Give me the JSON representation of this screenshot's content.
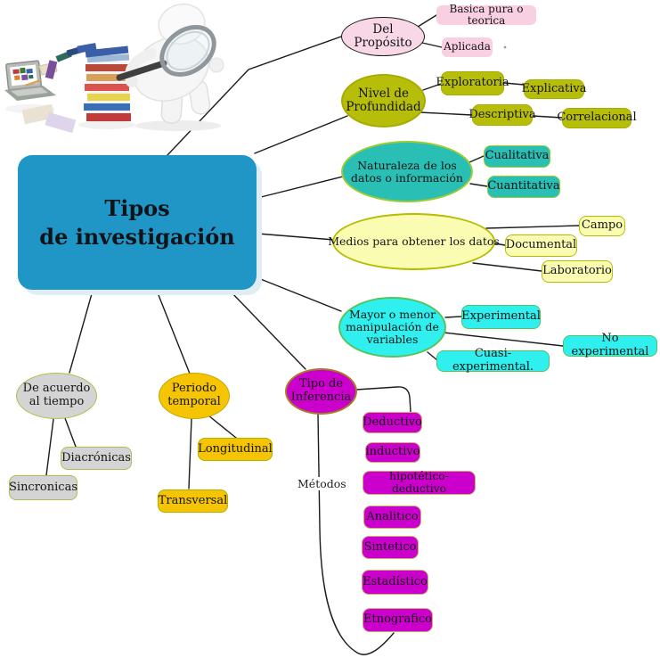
{
  "central": {
    "title_line1": "Tipos",
    "title_line2": "de investigación",
    "fill": "#1f96c5"
  },
  "connector_color": "#1b1b1b",
  "edge_label_metodos": "Métodos",
  "icons": {
    "clipart": "researcher-magnifying-glass-books-laptop-clipart"
  },
  "branches": [
    {
      "label": "Del Propósito",
      "fill": "#f8d7e6",
      "border": "#1a1a1a",
      "child_fill": "#f9d0e2",
      "child_border": "transparent",
      "children": [
        "Basica pura o teorica",
        "Aplicada"
      ]
    },
    {
      "label": "Nivel de Profundidad",
      "fill": "#b7be0a",
      "border": "#a6ac00",
      "child_fill": "#b7be0a",
      "child_border": "#a6ac00",
      "children": [
        "Exploratoria",
        "Explicativa",
        "Descriptiva",
        "Correlacional"
      ]
    },
    {
      "label": "Naturaleza de los datos o información",
      "fill": "#2abfb4",
      "border": "#9acd32",
      "child_fill": "#2abfb4",
      "child_border": "#9acd32",
      "children": [
        "Cualitativa",
        "Cuantitativa"
      ]
    },
    {
      "label": "Medios para obtener los datos",
      "fill": "#fafcb2",
      "border": "#b5bd04",
      "child_fill": "#fafcb2",
      "child_border": "#b5bd04",
      "children": [
        "Campo",
        "Documental",
        "Laboratorio"
      ]
    },
    {
      "label": "Mayor o menor manipulación de variables",
      "fill": "#2ff0ee",
      "border": "#56c45c",
      "child_fill": "#2ff0ee",
      "child_border": "#56c45c",
      "children": [
        "Experimental",
        "No experimental",
        "Cuasi-experimental."
      ]
    },
    {
      "label": "De acuerdo al tiempo",
      "fill": "#d4d4d4",
      "border": "#a8c24a",
      "child_fill": "#d4d4d4",
      "child_border": "#a8c24a",
      "children": [
        "Diacrónicas",
        "Sincronicas"
      ]
    },
    {
      "label": "Periodo temporal",
      "fill": "#f5c402",
      "border": "#c9a602",
      "child_fill": "#f5c402",
      "child_border": "#b5b000",
      "children": [
        "Longitudinal",
        "Transversal"
      ]
    },
    {
      "label": "Tipo de Inferencia",
      "fill": "#cc00cc",
      "border": "#a87b28",
      "child_fill": "#cc00cc",
      "child_border": "#cdb06a",
      "children": [
        "Deductivo",
        "inductivo",
        "hipotético-deductivo",
        "Analitico",
        "Sintetico",
        "Estadístico",
        "Etnografico"
      ]
    }
  ]
}
